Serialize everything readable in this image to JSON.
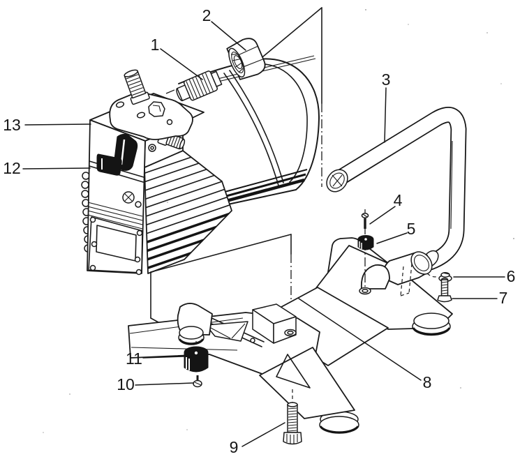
{
  "figure": {
    "kind": "exploded-parts-line-drawing",
    "description": "Black-and-white exploded view of a small pump/compressor: motor unit upper-left, outlet fitting and cap nut, tubular carry handle, cross-shaped base with rubber feet and fasteners",
    "colors": {
      "ink": "#1a1a1a",
      "paper": "#ffffff",
      "solid_part_fill": "#141414"
    },
    "callouts": [
      {
        "number": "1",
        "part": "threaded-outlet-fitting"
      },
      {
        "number": "2",
        "part": "cap-nut"
      },
      {
        "number": "3",
        "part": "carry-handle-tube"
      },
      {
        "number": "4",
        "part": "bumper-screw"
      },
      {
        "number": "5",
        "part": "rubber-bumper-knob"
      },
      {
        "number": "6",
        "part": "flanged-nut-washer"
      },
      {
        "number": "7",
        "part": "hex-bolt"
      },
      {
        "number": "8",
        "part": "base-frame"
      },
      {
        "number": "9",
        "part": "socket-head-bolt"
      },
      {
        "number": "10",
        "part": "foot-screw"
      },
      {
        "number": "11",
        "part": "rubber-foot-knob"
      },
      {
        "number": "12",
        "part": "switch-lever"
      },
      {
        "number": "13",
        "part": "pump-head-block"
      }
    ]
  }
}
